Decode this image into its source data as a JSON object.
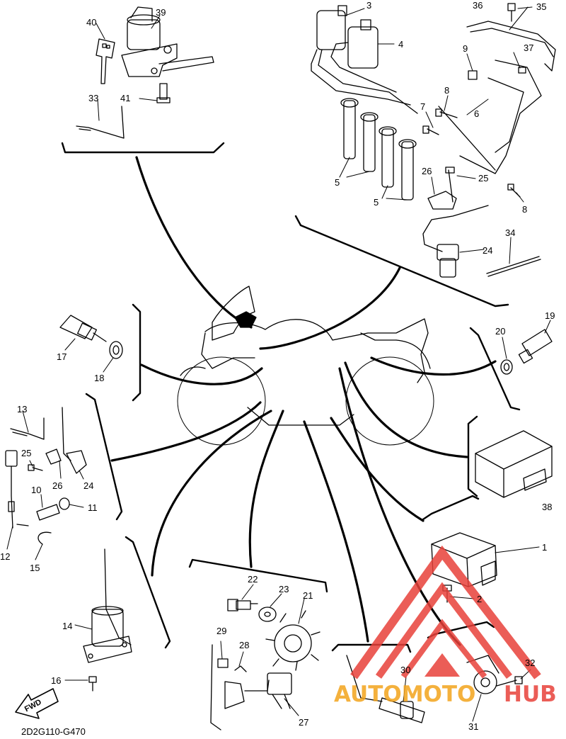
{
  "diagram_code": "2D2G110-G470",
  "fwd_label": "FWD",
  "watermark": {
    "text_a": "AUTOMOTO",
    "text_b": "HUB",
    "color_red": "#e8413a",
    "color_orange": "#f3a41c"
  },
  "callouts": {
    "n1": "1",
    "n2": "2",
    "n3": "3",
    "n4": "4",
    "n5a": "5",
    "n5b": "5",
    "n6": "6",
    "n7": "7",
    "n8a": "8",
    "n8b": "8",
    "n9": "9",
    "n10": "10",
    "n11": "11",
    "n12": "12",
    "n13": "13",
    "n14": "14",
    "n15": "15",
    "n16": "16",
    "n17": "17",
    "n18": "18",
    "n19": "19",
    "n20": "20",
    "n21": "21",
    "n22": "22",
    "n23": "23",
    "n24a": "24",
    "n24b": "24",
    "n25a": "25",
    "n25b": "25",
    "n26a": "26",
    "n26b": "26",
    "n27": "27",
    "n28": "28",
    "n29": "29",
    "n30": "30",
    "n31": "31",
    "n32": "32",
    "n33": "33",
    "n34": "34",
    "n35": "35",
    "n36": "36",
    "n37": "37",
    "n38": "38",
    "n39": "39",
    "n40": "40",
    "n41": "41"
  }
}
